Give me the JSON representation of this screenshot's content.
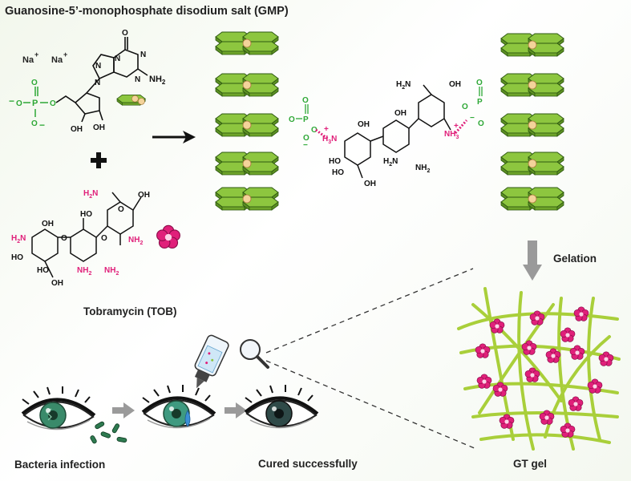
{
  "title": "Guanosine-5’-monophosphate disodium salt (GMP)",
  "tob_label": "Tobramycin (TOB)",
  "gelation_label": "Gelation",
  "bacteria_label": "Bacteria infection",
  "cured_label": "Cured  successfully",
  "gel_label": "GT gel",
  "chem": {
    "na1": "Na",
    "na2": "Na",
    "plus": "+",
    "minus": "−",
    "P": "P",
    "O": "O",
    "OH": "OH",
    "HO": "HO",
    "NH2": "NH",
    "N": "N",
    "H3N": "H",
    "NH3": "NH"
  },
  "colors": {
    "green_stack": "#8dc63f",
    "phosphate": "#2ea836",
    "ammonium": "#e0207a",
    "flower": "#e0207a",
    "fiber": "#a9cf3a",
    "eye_iris": "#3a8a6a"
  }
}
